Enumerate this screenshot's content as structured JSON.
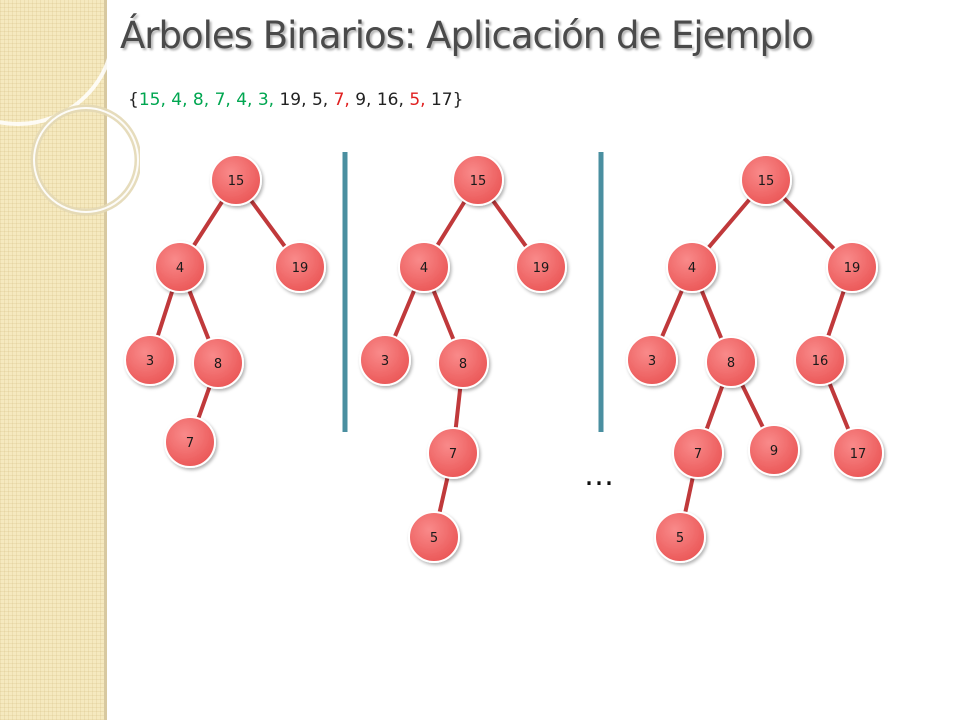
{
  "title": "Árboles Binarios: Aplicación de Ejemplo",
  "sequence": {
    "open": "{",
    "close": "}",
    "items": [
      {
        "text": "15",
        "color": "#00a650"
      },
      {
        "text": "4",
        "color": "#00a650"
      },
      {
        "text": "8",
        "color": "#00a650"
      },
      {
        "text": "7",
        "color": "#00a650"
      },
      {
        "text": "4",
        "color": "#00a650"
      },
      {
        "text": "3",
        "color": "#00a650"
      },
      {
        "text": "19",
        "color": "#222222"
      },
      {
        "text": "5",
        "color": "#222222"
      },
      {
        "text": "7",
        "color": "#e02020"
      },
      {
        "text": "9",
        "color": "#222222"
      },
      {
        "text": "16",
        "color": "#222222"
      },
      {
        "text": "5",
        "color": "#e02020"
      },
      {
        "text": "17",
        "color": "#222222"
      }
    ]
  },
  "colors": {
    "node_fill": "#f26b6b",
    "node_border": "#ffffff",
    "edge": "#c0393b",
    "separator": "#4a8fa0"
  },
  "trees": [
    {
      "name": "tree-1",
      "nodes": [
        "15",
        "4",
        "19",
        "3",
        "8",
        "7"
      ],
      "edges": [
        [
          "15",
          "4"
        ],
        [
          "15",
          "19"
        ],
        [
          "4",
          "3"
        ],
        [
          "4",
          "8"
        ],
        [
          "8",
          "7"
        ]
      ]
    },
    {
      "name": "tree-2",
      "nodes": [
        "15",
        "4",
        "19",
        "3",
        "8",
        "7",
        "5"
      ],
      "edges": [
        [
          "15",
          "4"
        ],
        [
          "15",
          "19"
        ],
        [
          "4",
          "3"
        ],
        [
          "4",
          "8"
        ],
        [
          "8",
          "7"
        ],
        [
          "7",
          "5"
        ]
      ]
    },
    {
      "name": "tree-3",
      "nodes": [
        "15",
        "4",
        "19",
        "3",
        "8",
        "16",
        "7",
        "9",
        "17",
        "5"
      ],
      "edges": [
        [
          "15",
          "4"
        ],
        [
          "15",
          "19"
        ],
        [
          "4",
          "3"
        ],
        [
          "4",
          "8"
        ],
        [
          "19",
          "16"
        ],
        [
          "8",
          "7"
        ],
        [
          "8",
          "9"
        ],
        [
          "16",
          "17"
        ],
        [
          "7",
          "5"
        ]
      ]
    }
  ],
  "ellipsis": "…"
}
